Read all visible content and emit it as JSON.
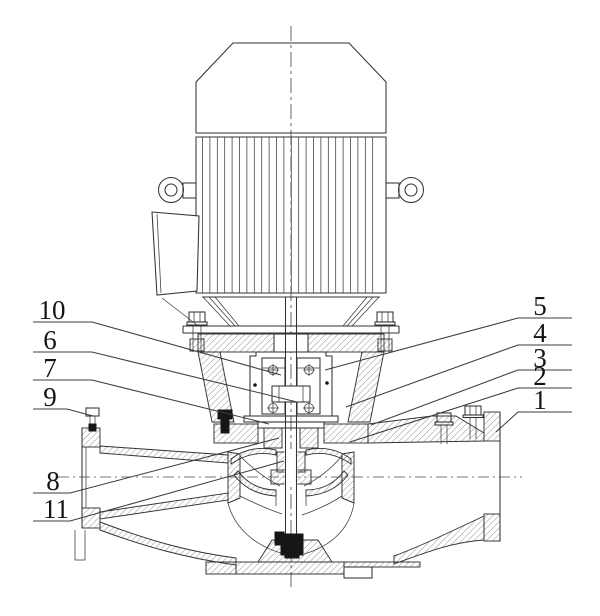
{
  "diagram": {
    "type": "engineering-cross-section-drawing",
    "subject": "vertical-inline-centrifugal-pump-with-motor",
    "line_color": "#333333",
    "background": "#ffffff",
    "callouts": [
      {
        "label": "10",
        "side": "left",
        "text": [
          52,
          319
        ],
        "underline": [
          33,
          92,
          322
        ],
        "end": [
          281,
          375
        ]
      },
      {
        "label": "6",
        "side": "left",
        "text": [
          50,
          349
        ],
        "underline": [
          33,
          92,
          352
        ],
        "end": [
          297,
          402
        ]
      },
      {
        "label": "7",
        "side": "left",
        "text": [
          50,
          377
        ],
        "underline": [
          33,
          92,
          380
        ],
        "end": [
          269,
          424
        ]
      },
      {
        "label": "9",
        "side": "left",
        "text": [
          50,
          406
        ],
        "underline": [
          33,
          67,
          409
        ],
        "end": [
          93,
          416
        ]
      },
      {
        "label": "8",
        "side": "left",
        "text": [
          53,
          490
        ],
        "underline": [
          33,
          70,
          493
        ],
        "end": [
          279,
          438
        ]
      },
      {
        "label": "11",
        "side": "left",
        "text": [
          56,
          518
        ],
        "underline": [
          33,
          70,
          521
        ],
        "end": [
          284,
          461
        ]
      },
      {
        "label": "5",
        "side": "right",
        "text": [
          540,
          315
        ],
        "underline": [
          518,
          572,
          318
        ],
        "end": [
          325,
          370
        ]
      },
      {
        "label": "4",
        "side": "right",
        "text": [
          540,
          342
        ],
        "underline": [
          518,
          572,
          345
        ],
        "end": [
          346,
          407
        ]
      },
      {
        "label": "3",
        "side": "right",
        "text": [
          540,
          367
        ],
        "underline": [
          518,
          572,
          370
        ],
        "end": [
          371,
          425
        ]
      },
      {
        "label": "2",
        "side": "right",
        "text": [
          540,
          385
        ],
        "underline": [
          518,
          572,
          388
        ],
        "end": [
          350,
          442
        ]
      },
      {
        "label": "1",
        "side": "right",
        "text": [
          540,
          409
        ],
        "underline": [
          518,
          572,
          412
        ],
        "end": [
          496,
          432
        ]
      }
    ]
  }
}
